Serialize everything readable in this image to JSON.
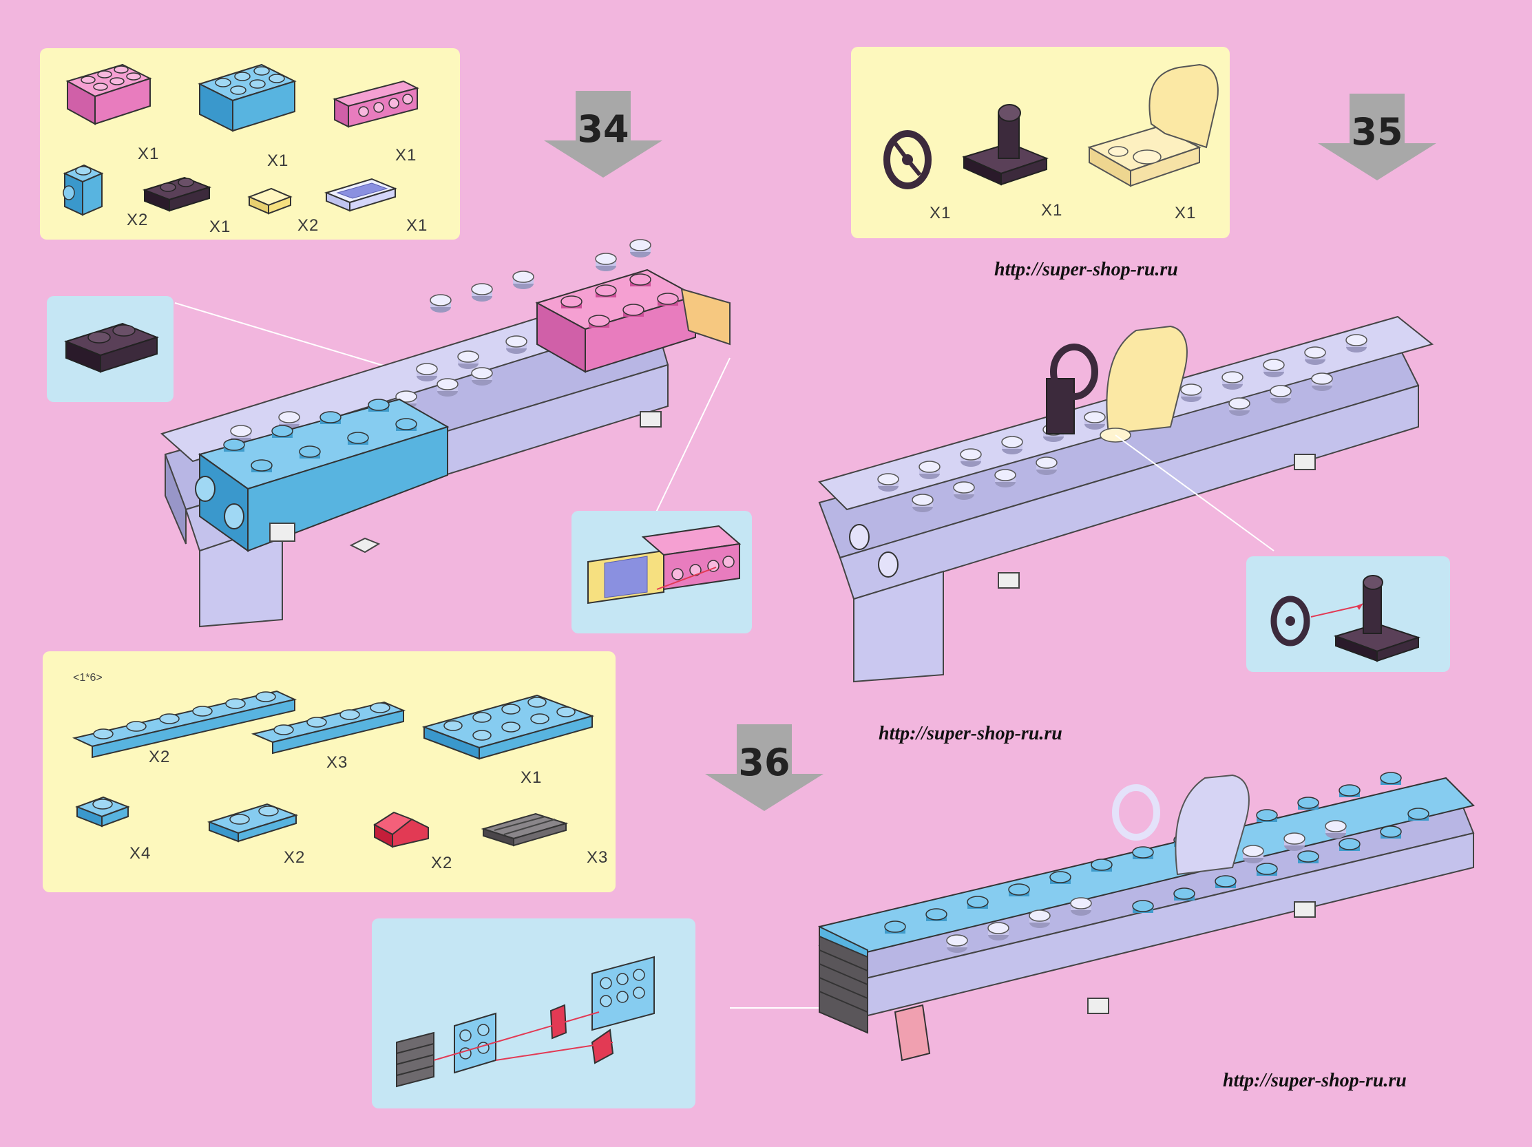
{
  "colors": {
    "background": "#f2b6de",
    "parts_panel": "#fdf8bd",
    "callout_panel": "#c5e6f4",
    "pink_brick": "#e874b8",
    "blue_brick": "#58b4e0",
    "lavender_brick": "#d6d4f4",
    "dark_plate": "#3c2a3c",
    "yellow_seat": "#fbe8a4",
    "red_slope": "#e23a54",
    "grey_grille": "#6e6a6e",
    "arrow_grey": "#a8a8a8"
  },
  "steps": {
    "s34": {
      "number": "34"
    },
    "s35": {
      "number": "35"
    },
    "s36": {
      "number": "36"
    }
  },
  "parts34": {
    "pink_2x3": "X1",
    "blue_2x3": "X1",
    "pink_bracket": "X1",
    "blue_1x1_side": "X2",
    "dark_1x2": "X1",
    "yellow_tile": "X2",
    "clear_tile": "X1"
  },
  "parts35": {
    "steering_wheel": "X1",
    "wheel_holder": "X1",
    "seat": "X1"
  },
  "parts36": {
    "size_note": "<1*6>",
    "plate_1x6": "X2",
    "plate_1x4": "X3",
    "plate_2x4": "X1",
    "plate_1x1": "X4",
    "plate_1x2": "X2",
    "red_slope": "X2",
    "grille": "X3"
  },
  "watermarks": {
    "top": "http://super-shop-ru.ru",
    "middle": "http://super-shop-ru.ru",
    "bottom": "http://super-shop-ru.ru"
  }
}
